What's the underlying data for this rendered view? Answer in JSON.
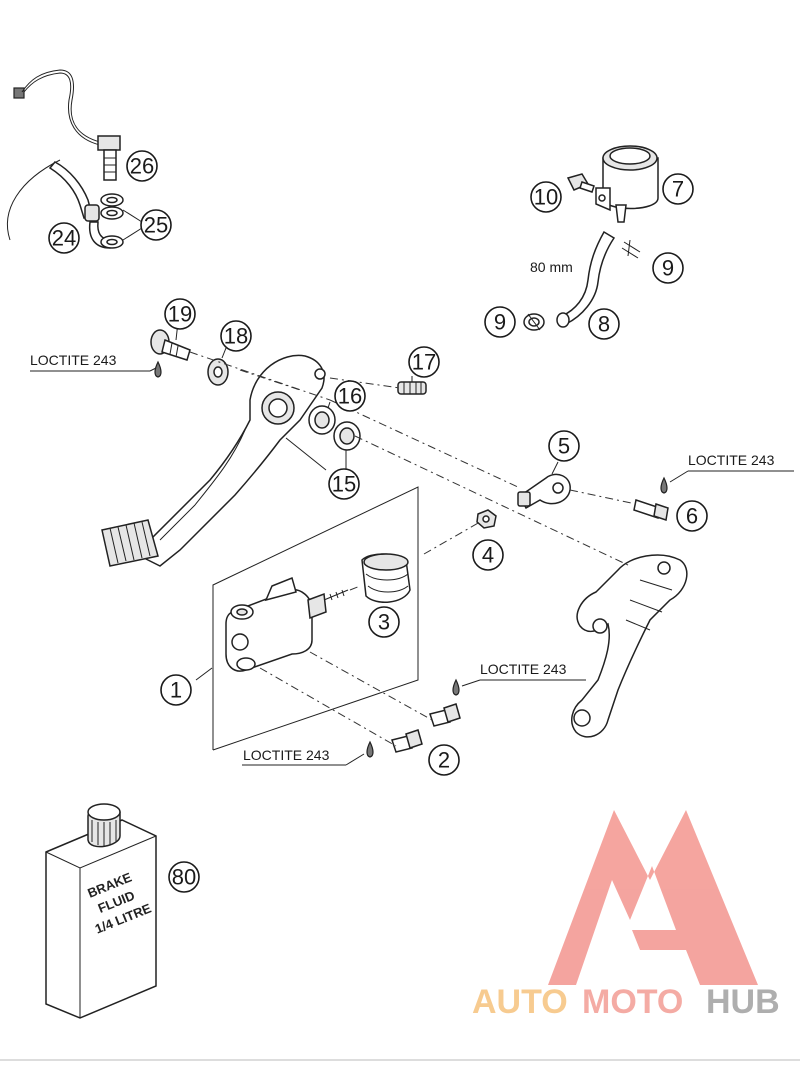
{
  "callouts": [
    "1",
    "2",
    "3",
    "4",
    "5",
    "6",
    "7",
    "8",
    "9",
    "9",
    "10",
    "15",
    "16",
    "17",
    "18",
    "19",
    "24",
    "25",
    "26",
    "80"
  ],
  "labels": {
    "loctite_1": "LOCTITE 243",
    "loctite_2": "LOCTITE 243",
    "loctite_3": "LOCTITE 243",
    "loctite_4": "LOCTITE 243",
    "hose_length": "80 mm"
  },
  "bottle": {
    "line1": "BRAKE",
    "line2": "FLUID",
    "line3": "1/4 LITRE"
  },
  "watermark": {
    "part1": "AUTO",
    "part2": "MOTO",
    "part3": "HUB",
    "color1": "#f7c98b",
    "color2": "#f4a7a0",
    "color3": "#aaaaaa",
    "logo_color": "#f4a09a"
  }
}
